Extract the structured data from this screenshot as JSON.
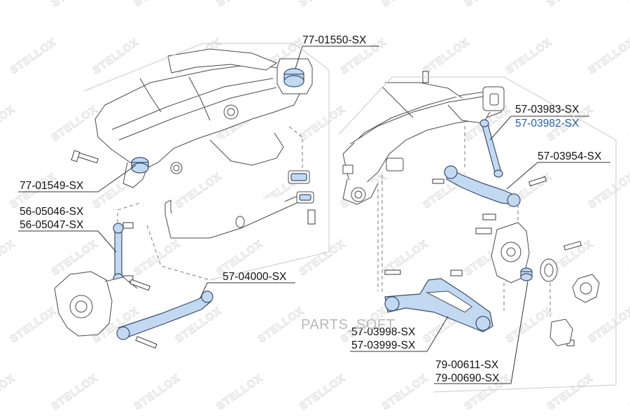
{
  "watermark": "STELLOX",
  "site_watermark": "PARTS_SOFT",
  "labels": [
    {
      "id": "77-01550",
      "text": "77-01550-SX",
      "highlight": false
    },
    {
      "id": "77-01549",
      "text": "77-01549-SX",
      "highlight": false
    },
    {
      "id": "56-05046",
      "text": "56-05046-SX",
      "highlight": false
    },
    {
      "id": "56-05047",
      "text": "56-05047-SX",
      "highlight": false
    },
    {
      "id": "57-04000",
      "text": "57-04000-SX",
      "highlight": false
    },
    {
      "id": "57-03983",
      "text": "57-03983-SX",
      "highlight": false
    },
    {
      "id": "57-03982",
      "text": "57-03982-SX",
      "highlight": true
    },
    {
      "id": "57-03954",
      "text": "57-03954-SX",
      "highlight": false
    },
    {
      "id": "57-03998",
      "text": "57-03998-SX",
      "highlight": false
    },
    {
      "id": "57-03999",
      "text": "57-03999-SX",
      "highlight": false
    },
    {
      "id": "79-00611",
      "text": "79-00611-SX",
      "highlight": false
    },
    {
      "id": "79-00690",
      "text": "79-00690-SX",
      "highlight": false
    }
  ],
  "colors": {
    "highlight_part": "#c3d8f1",
    "highlight_label": "#1f5fae",
    "text": "#111111",
    "watermark": "#d6d6d6"
  }
}
